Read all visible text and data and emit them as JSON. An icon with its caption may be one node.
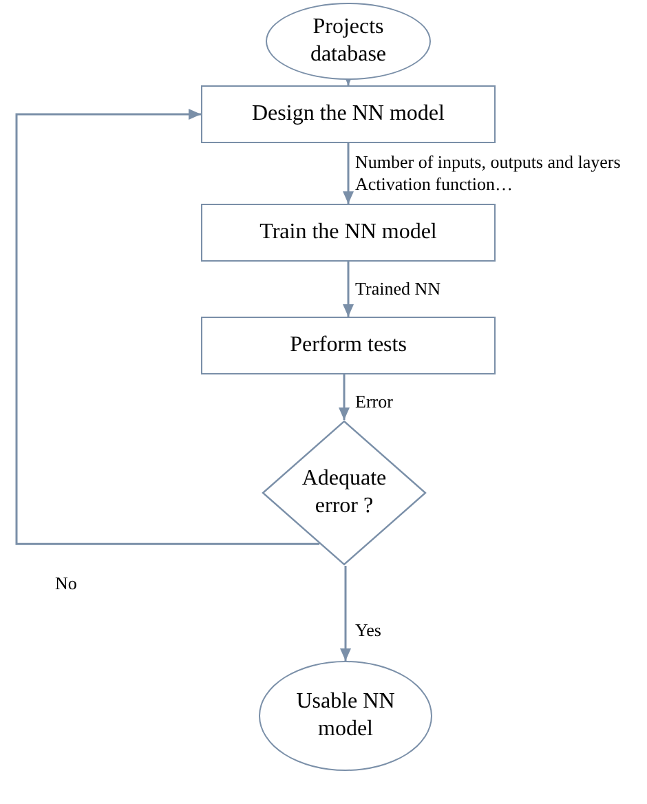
{
  "diagram": {
    "nodes": [
      {
        "text": [
          "Projects database"
        ]
      },
      {
        "text": [
          "Design the NN model"
        ]
      },
      {
        "text": [
          "Train the NN model"
        ]
      },
      {
        "text": [
          "Perform tests"
        ]
      },
      {
        "text": [
          "Adequate error ?"
        ]
      },
      {
        "text": [
          "Usable NN model"
        ]
      }
    ],
    "edges": [
      {
        "from": 0,
        "to": 1,
        "arrow": "to"
      },
      {
        "from": 1,
        "to": 2,
        "arrow": "to",
        "label": "Number of inputs, outputs and layers Activation function…"
      },
      {
        "from": 2,
        "to": 3,
        "arrow": "to",
        "label": "Trained NN"
      },
      {
        "from": 3,
        "to": 4,
        "arrow": "to",
        "label": "Error"
      },
      {
        "from": 4,
        "to": 1,
        "arrow": "to",
        "label": "No"
      },
      {
        "from": 4,
        "to": 5,
        "arrow": "to",
        "label": "Yes"
      }
    ]
  }
}
